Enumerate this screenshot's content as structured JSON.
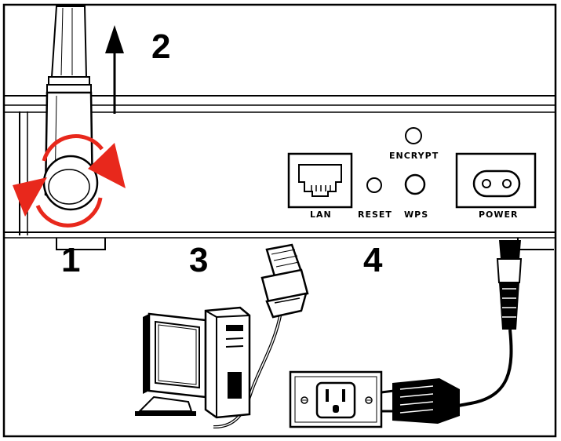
{
  "diagram": {
    "steps": [
      "1",
      "2",
      "3",
      "4"
    ],
    "port_labels": {
      "encrypt": "ENCRYPT",
      "lan": "LAN",
      "reset": "RESET",
      "wps": "WPS",
      "power": "POWER"
    },
    "colors": {
      "line": "#000000",
      "background": "#ffffff",
      "rotation_arrow": "#e8281c"
    },
    "icons": [
      "antenna-icon",
      "rotate-arrow-icon",
      "up-arrow-icon",
      "ethernet-cable-icon",
      "computer-icon",
      "power-cord-icon",
      "wall-outlet-icon"
    ]
  }
}
